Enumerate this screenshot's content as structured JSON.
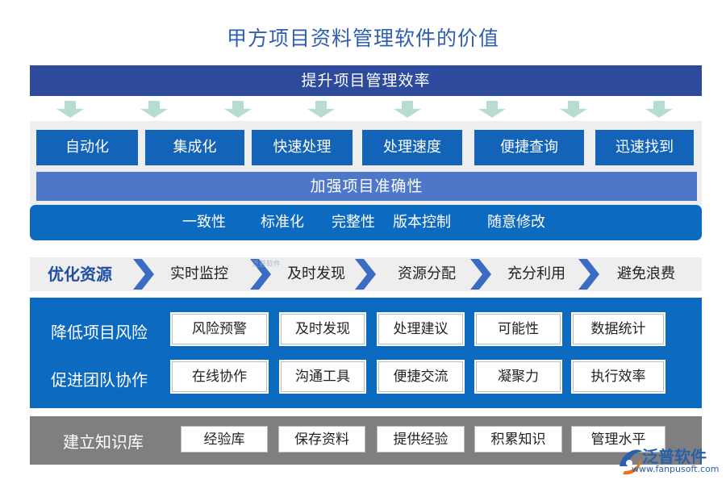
{
  "title": "甲方项目资料管理软件的价值",
  "top_banner": "提升项目管理效率",
  "efficiency_items": [
    "自动化",
    "集成化",
    "快速处理",
    "处理速度",
    "便捷查询",
    "迅速找到"
  ],
  "accuracy_banner": "加强项目准确性",
  "accuracy_items": [
    "一致性",
    "标准化",
    "完整性",
    "版本控制",
    "随意修改"
  ],
  "resource_flow": {
    "label": "优化资源",
    "steps": [
      "实时监控",
      "及时发现",
      "资源分配",
      "充分利用",
      "避免浪费"
    ]
  },
  "risk_row": {
    "label": "降低项目风险",
    "items": [
      "风险预警",
      "及时发现",
      "处理建议",
      "可能性",
      "数据统计"
    ]
  },
  "team_row": {
    "label": "促进团队协作",
    "items": [
      "在线协作",
      "沟通工具",
      "便捷交流",
      "凝聚力",
      "执行效率"
    ]
  },
  "knowledge_row": {
    "label": "建立知识库",
    "items": [
      "经验库",
      "保存资料",
      "提供经验",
      "积累知识",
      "管理水平"
    ]
  },
  "logo": {
    "name": "泛普软件",
    "url": "www.fanpusoft.com"
  },
  "watermark": "泛普软件",
  "colors": {
    "title": "#2f5fb0",
    "dark_navy": "#2d4a9c",
    "primary_blue": "#1363b8",
    "mid_blue": "#4f77c9",
    "arrow_green": "#b9dcd0",
    "chevron_blue": "#3b6cc4",
    "knowledge_grey": "#7f7f7f"
  }
}
